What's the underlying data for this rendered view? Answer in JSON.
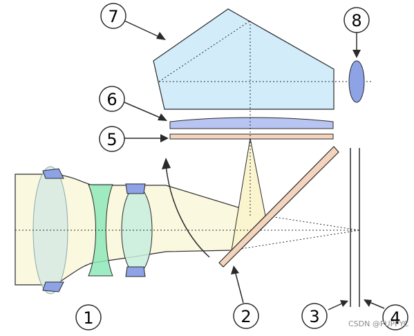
{
  "diagram": {
    "labels": {
      "n1": "1",
      "n2": "2",
      "n3": "3",
      "n4": "4",
      "n5": "5",
      "n6": "6",
      "n7": "7",
      "n8": "8"
    },
    "watermark": "CSDN @PUPPYC",
    "colors": {
      "light_beam": "#fbf8e0",
      "lens_fill": "#cfe6d6",
      "lens_glass_blue": "#8ea2e6",
      "lens_green": "#8ee8b8",
      "prism_fill": "#d2ecfa",
      "mirror_fill": "#f4d4bc",
      "focus_screen": "#f4d4bc",
      "condenser": "#b8c4f2",
      "outline": "#2a2a2a"
    }
  }
}
